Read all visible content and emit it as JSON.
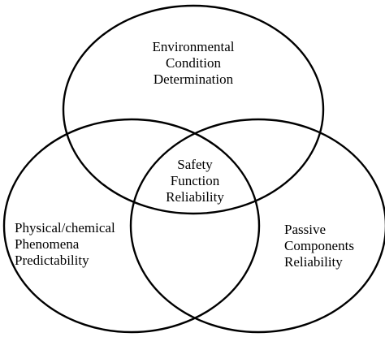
{
  "colors": {
    "stroke": "#000000",
    "background": "#ffffff",
    "text": "#000000"
  },
  "circles": {
    "top": [
      "Environmental",
      "Condition",
      "Determination"
    ],
    "left": [
      "Physical/chemical",
      "Phenomena",
      "Predictability"
    ],
    "right": [
      "Passive",
      "Components",
      "Reliability"
    ],
    "intersection": [
      "Safety",
      "Function",
      "Reliability"
    ]
  }
}
